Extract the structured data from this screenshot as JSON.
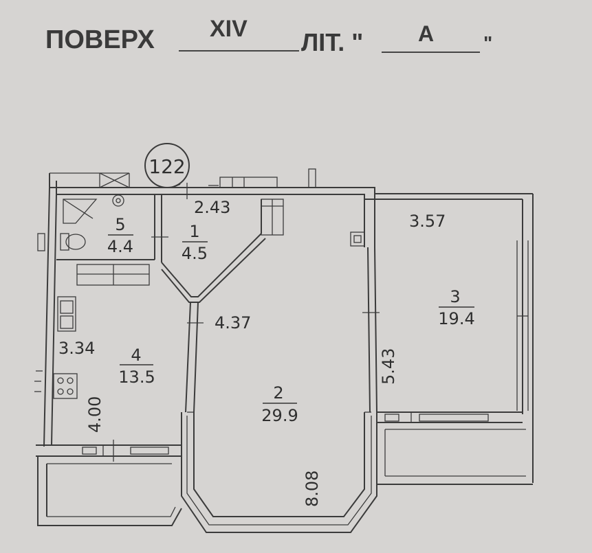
{
  "header": {
    "floor_label": "ПОВЕРХ",
    "floor_value": "XIV",
    "letter_label": "ЛІТ. \"",
    "letter_value": "А",
    "letter_close": "\""
  },
  "apartment_number": "122",
  "rooms": [
    {
      "number": "1",
      "area": "4.5"
    },
    {
      "number": "2",
      "area": "29.9"
    },
    {
      "number": "3",
      "area": "19.4"
    },
    {
      "number": "4",
      "area": "13.5"
    },
    {
      "number": "5",
      "area": "4.4"
    }
  ],
  "dimensions": {
    "corridor_top": "2.43",
    "room3_top": "3.57",
    "room2_left": "4.37",
    "room2_right": "5.43",
    "room4_top": "3.34",
    "room4_side": "4.00",
    "room2_bottom": "8.08"
  }
}
